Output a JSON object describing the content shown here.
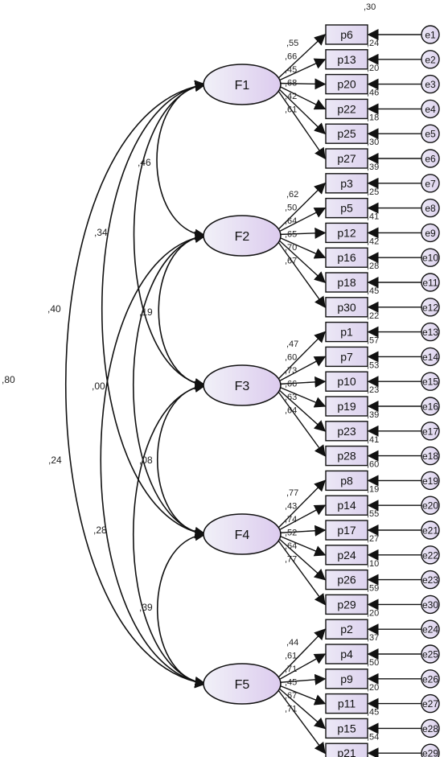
{
  "diagram": {
    "factors": [
      {
        "id": "F1",
        "label": "F1"
      },
      {
        "id": "F2",
        "label": "F2"
      },
      {
        "id": "F3",
        "label": "F3"
      },
      {
        "id": "F4",
        "label": "F4"
      },
      {
        "id": "F5",
        "label": "F5"
      }
    ],
    "items": [
      {
        "label": "p6",
        "factor": "F1",
        "loading": ",55",
        "r2": ",24",
        "error": "e1"
      },
      {
        "label": "p13",
        "factor": "F1",
        "loading": ",66",
        "r2": ",20",
        "error": "e2"
      },
      {
        "label": "p20",
        "factor": "F1",
        "loading": ",45",
        "r2": ",46",
        "error": "e3"
      },
      {
        "label": "p22",
        "factor": "F1",
        "loading": ",68",
        "r2": ",18",
        "error": "e4"
      },
      {
        "label": "p25",
        "factor": "F1",
        "loading": ",42",
        "r2": ",30",
        "error": "e5"
      },
      {
        "label": "p27",
        "factor": "F1",
        "loading": ",61",
        "r2": ",39",
        "error": "e6"
      },
      {
        "label": "p3",
        "factor": "F2",
        "loading": ",62",
        "r2": ",25",
        "error": "e7"
      },
      {
        "label": "p5",
        "factor": "F2",
        "loading": ",50",
        "r2": ",41",
        "error": "e8"
      },
      {
        "label": "p12",
        "factor": "F2",
        "loading": ",64",
        "r2": ",42",
        "error": "e9"
      },
      {
        "label": "p16",
        "factor": "F2",
        "loading": ",65",
        "r2": ",28",
        "error": "e10"
      },
      {
        "label": "p18",
        "factor": "F2",
        "loading": ",70",
        "r2": ",45",
        "error": "e11"
      },
      {
        "label": "p30",
        "factor": "F2",
        "loading": ",67",
        "r2": ",22",
        "error": "e12"
      },
      {
        "label": "p1",
        "factor": "F3",
        "loading": ",47",
        "r2": ",57",
        "error": "e13"
      },
      {
        "label": "p7",
        "factor": "F3",
        "loading": ",60",
        "r2": ",53",
        "error": "e14"
      },
      {
        "label": "p10",
        "factor": "F3",
        "loading": ",73",
        "r2": ",23",
        "error": "e15"
      },
      {
        "label": "p19",
        "factor": "F3",
        "loading": ",66",
        "r2": ",39",
        "error": "e16"
      },
      {
        "label": "p23",
        "factor": "F3",
        "loading": ",63",
        "r2": ",41",
        "error": "e17"
      },
      {
        "label": "p28",
        "factor": "F3",
        "loading": ",64",
        "r2": ",60",
        "error": "e18"
      },
      {
        "label": "p8",
        "factor": "F4",
        "loading": ",77",
        "r2": ",19",
        "error": "e19"
      },
      {
        "label": "p14",
        "factor": "F4",
        "loading": ",43",
        "r2": ",55",
        "error": "e20"
      },
      {
        "label": "p17",
        "factor": "F4",
        "loading": ",74",
        "r2": ",27",
        "error": "e21"
      },
      {
        "label": "p24",
        "factor": "F4",
        "loading": ",52",
        "r2": ",10",
        "error": "e22"
      },
      {
        "label": "p26",
        "factor": "F4",
        "loading": ",64",
        "r2": ",59",
        "error": "e23"
      },
      {
        "label": "p29",
        "factor": "F4",
        "loading": ",77",
        "r2": ",20",
        "error": "e30"
      },
      {
        "label": "p2",
        "factor": "F5",
        "loading": ",44",
        "r2": ",37",
        "error": "e24"
      },
      {
        "label": "p4",
        "factor": "F5",
        "loading": ",61",
        "r2": ",50",
        "error": "e25"
      },
      {
        "label": "p9",
        "factor": "F5",
        "loading": ",71",
        "r2": ",20",
        "error": "e26"
      },
      {
        "label": "p11",
        "factor": "F5",
        "loading": ",45",
        "r2": ",45",
        "error": "e27"
      },
      {
        "label": "p15",
        "factor": "F5",
        "loading": ",67",
        "r2": ",54",
        "error": "e28"
      },
      {
        "label": "p21",
        "factor": "F5",
        "loading": ",71",
        "r2": "",
        "error": "e29"
      }
    ],
    "top_value": ",30",
    "correlations": [
      {
        "from": "F1",
        "to": "F2",
        "value": ",46"
      },
      {
        "from": "F1",
        "to": "F3",
        "value": ",34"
      },
      {
        "from": "F1",
        "to": "F4",
        "value": ",40"
      },
      {
        "from": "F1",
        "to": "F5",
        "value": ",80"
      },
      {
        "from": "F2",
        "to": "F3",
        "value": ",19"
      },
      {
        "from": "F2",
        "to": "F4",
        "value": ",00"
      },
      {
        "from": "F2",
        "to": "F5",
        "value": ",24"
      },
      {
        "from": "F3",
        "to": "F4",
        "value": ",08"
      },
      {
        "from": "F3",
        "to": "F5",
        "value": ",28"
      },
      {
        "from": "F4",
        "to": "F5",
        "value": ",39"
      }
    ],
    "colors": {
      "line": "#111111",
      "box_fill": "#e6dff3",
      "ellipse_fill_light": "#eeeef8",
      "ellipse_fill_dark": "#e2cff0"
    }
  }
}
